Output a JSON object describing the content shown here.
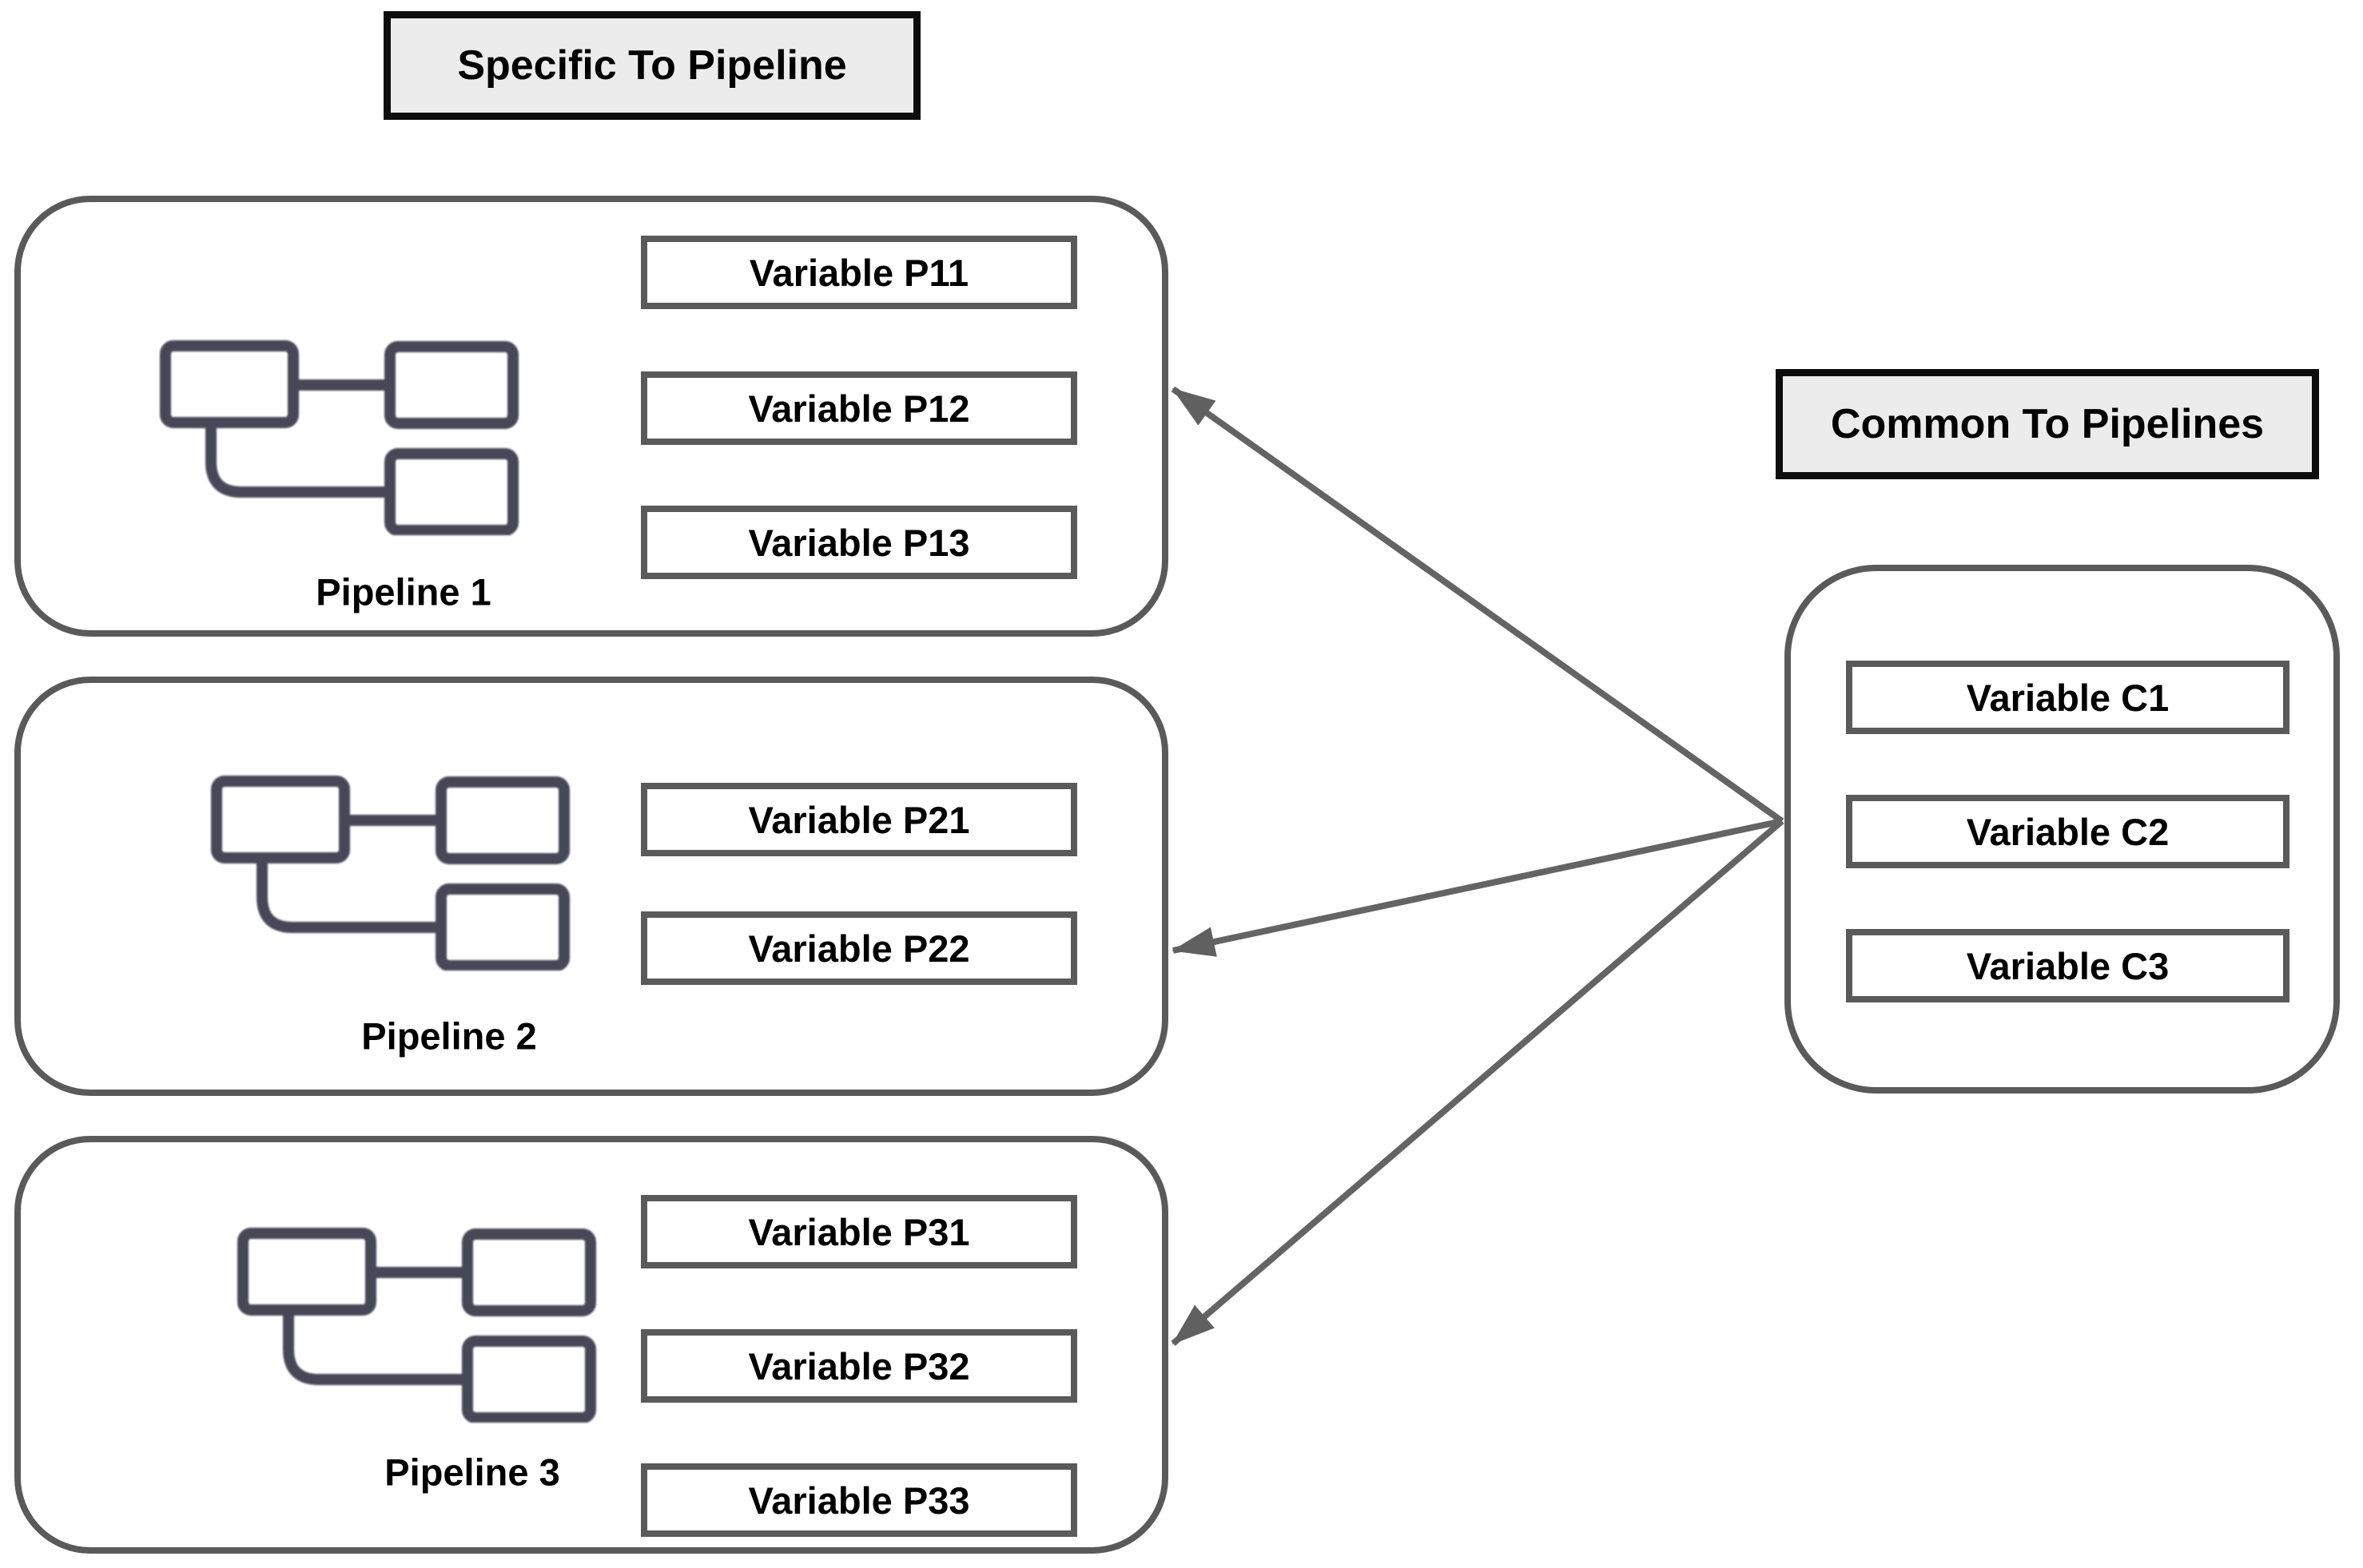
{
  "titles": {
    "specific": "Specific To Pipeline",
    "common": "Common To Pipelines"
  },
  "pipelines": [
    {
      "label": "Pipeline 1",
      "variables": [
        "Variable P11",
        "Variable P12",
        "Variable P13"
      ]
    },
    {
      "label": "Pipeline 2",
      "variables": [
        "Variable P21",
        "Variable P22"
      ]
    },
    {
      "label": "Pipeline 3",
      "variables": [
        "Variable P31",
        "Variable P32",
        "Variable P33"
      ]
    }
  ],
  "common_group": {
    "variables": [
      "Variable C1",
      "Variable C2",
      "Variable C3"
    ]
  },
  "icons": {
    "pipeline_icon": "flow-nodes-icon",
    "arrow": "arrowhead-left"
  },
  "colors": {
    "box_border": "#5a5a5a",
    "title_border": "#0d0d0d",
    "title_fill": "#ececec",
    "arrow": "#646464",
    "icon_stroke": "#474757",
    "text": "#000000",
    "background": "#ffffff"
  }
}
